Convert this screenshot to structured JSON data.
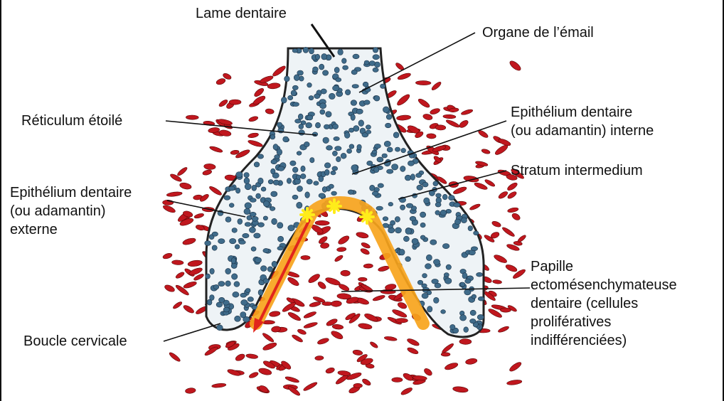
{
  "labels": {
    "lame": "Lame dentaire",
    "organe": "Organe de l’émail",
    "reticulum": "Réticulum étoilé",
    "epi_interne": "Epithélium dentaire\n(ou adamantin) interne",
    "stratum": "Stratum intermedium",
    "epi_externe": "Epithélium dentaire\n(ou adamantin)\nexterne",
    "papille": "Papille\nectomésenchymateuse\ndentaire (cellules\nprolifératives\nindifférenciées)",
    "boucle": "Boucle cervicale"
  },
  "colors": {
    "epithelium_cell": "#3f6b8a",
    "cell_outline": "#1c3348",
    "mesenchyme_cell": "#c0171e",
    "mesenchyme_outline": "#5a0606",
    "highlight_band": "#f7a41c",
    "arrow": "#e1261c",
    "star": "#ffec1a",
    "leader_line": "#111111"
  }
}
